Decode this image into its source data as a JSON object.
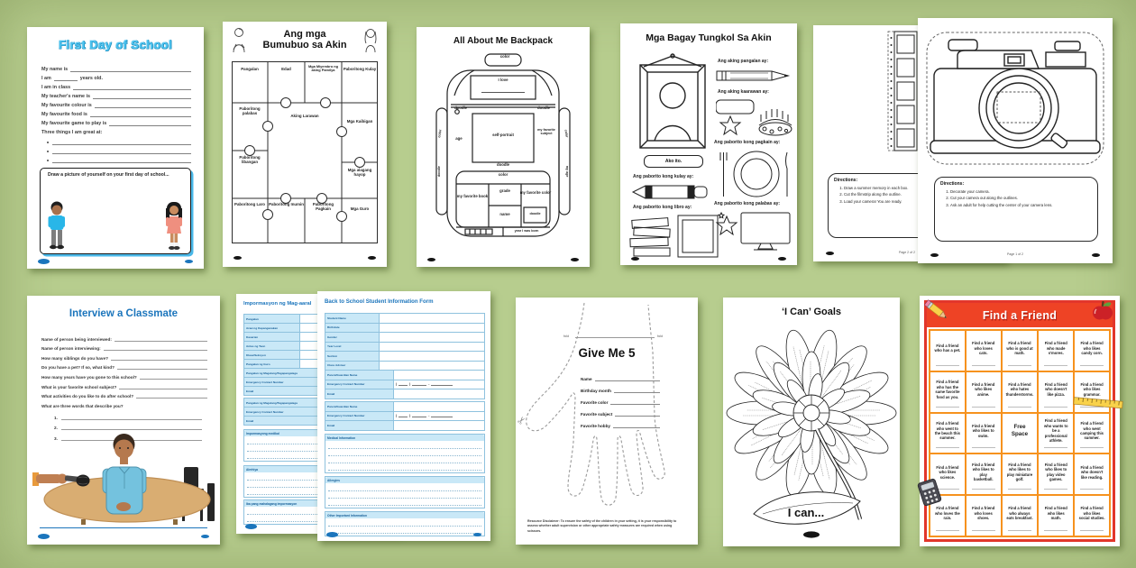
{
  "colors": {
    "background": "#b7cd8e",
    "twinkl_blue": "#1b75bc",
    "bubble_cyan": "#49b8e8",
    "form_field_blue": "#c9e8f7",
    "find_friend_frame": "#e2362b",
    "find_friend_header": "#ee4325",
    "find_friend_grid": "#f6921e",
    "table_tan": "#d9ad72",
    "shirt_blue": "#74c2de"
  },
  "first_day": {
    "title": "First Day of School",
    "row1": "My name is",
    "row2a": "I am",
    "row2b": "years old.",
    "row3": "I am in class",
    "row4": "My teacher's name is",
    "row5": "My favourite colour is",
    "row6": "My favourite food is",
    "row7": "My favourite game to play is",
    "row8": "Three things I am great at:",
    "draw_prompt": "Draw a picture of yourself on your first day of school..."
  },
  "puzzle": {
    "title_line1": "Ang mga",
    "title_line2": "Bumubuo sa Akin",
    "cells": {
      "c1": "Pangalan",
      "c2": "Edad",
      "c3": "Mga Miyembro ng aking Pamilya",
      "c4": "Paboritong Kulay",
      "c5": "Paboritong palabas",
      "c6": "Aking Larawan",
      "c7": "Mga Kaibigan",
      "c8": "Paboritong libangan",
      "c9": "Mga alagang hayop",
      "c10": "Paboritong Laro",
      "c11": "Paboritong Inumin",
      "c12": "Paboritong Pagkain",
      "c13": "Mga Guro"
    }
  },
  "backpack": {
    "title": "All About Me Backpack",
    "labels": {
      "handle": "color",
      "i_love": "I love",
      "strap_left": "color",
      "strap_right": "color",
      "doodle_left": "doodle",
      "doodle_right": "doodle",
      "age": "age",
      "self_portrait": "self-portrait",
      "fav_subject": "my favorite subject",
      "doodle_center": "doodle",
      "pocket_color": "color",
      "fav_book": "my favorite book",
      "grade": "grade",
      "name": "name",
      "fav_color": "my favorite color",
      "doodle_box": "doodle",
      "year_born": "year I was born",
      "side_left": "doodle",
      "side_right": "my age"
    }
  },
  "mga_bagay": {
    "title": "Mga Bagay Tungkol Sa Akin",
    "frame_caption": "Ako ito.",
    "q_name": "Ang aking pangalan ay:",
    "q_birthday": "Ang aking kaarawan ay:",
    "q_food": "Ang paborito kong pagkain ay:",
    "q_color": "Ang paborito kong kulay ay:",
    "q_book": "Ang paborito kong libro ay:",
    "q_show": "Ang paborito kong palabas ay:"
  },
  "camera_craft": {
    "back_page": {
      "directions_title": "Directions:",
      "steps": [
        "Draw a summer memory in each box.",
        "Cut the filmstrip along the outline.",
        "Load your camera! You are ready."
      ],
      "page_label": "Page 2 of 2"
    },
    "front_page": {
      "directions_title": "Directions:",
      "steps": [
        "Decorate your camera.",
        "Cut your camera out along the outlines.",
        "Ask an adult for help cutting the center of your camera lens."
      ],
      "page_label": "Page 1 of 2"
    }
  },
  "interview": {
    "title": "Interview a Classmate",
    "questions": [
      "Name of person being interviewed:",
      "Name of person interviewing:",
      "How many siblings do you have?",
      "Do you have a pet? If so, what kind?",
      "How many years have you gone to this school?",
      "What is your favorite school subject?",
      "What activities do you like to do after school?",
      "What are three words that describe you?"
    ],
    "numbers": [
      "1.",
      "2.",
      "3."
    ]
  },
  "student_forms": {
    "filipino": {
      "title": "Impormasyon ng Mag-aaral",
      "rows": [
        "Pangalan",
        "Araw ng Kapanganakan",
        "Kasarian",
        "Antas ng Taon",
        "Klase/Seksyon",
        "Pangalan ng Guro"
      ],
      "guardian_label": "Pangalan ng Magulang/Tagapangalaga",
      "contact_label": "Emergency Contact Number",
      "email_label": "Email",
      "phone_parts": [
        "(",
        ")",
        "-"
      ],
      "sections": [
        "Impormasyong medikal",
        "Alerhiya",
        "Iba pang mahalagang impormasyon"
      ]
    },
    "english": {
      "title": "Back to School Student Information Form",
      "rows": [
        "Student Name",
        "Birthdate",
        "Gender",
        "Year Level",
        "Section",
        "Class Adviser"
      ],
      "guardian_label": "Parent/Guardian Name",
      "contact_label": "Emergency Contact Number",
      "email_label": "Email",
      "phone_parts": [
        "(",
        ")",
        "-"
      ],
      "sections": [
        "Medical Information",
        "Allergies",
        "Other Important Information"
      ]
    }
  },
  "give_me_5": {
    "title": "Give Me 5",
    "fold_label": "fold",
    "fields": [
      "Name",
      "Birthday month",
      "Favorite color",
      "Favorite subject",
      "Favorite hobby"
    ],
    "disclaimer": "Resource Disclaimer: To ensure the safety of the children in your setting, it is your responsibility to assess whether adult supervision or other appropriate safety measures are required when using scissors."
  },
  "i_can_goals": {
    "title": "‘I Can’ Goals",
    "leaf_text": "I can..."
  },
  "find_a_friend": {
    "title": "Find a Friend",
    "cells": [
      "Find a friend who has a pet.",
      "Find a friend who loves cats.",
      "Find a friend who is good at math.",
      "Find a friend who made s'mores.",
      "Find a friend who likes candy corn.",
      "Find a friend who has the same favorite food as you.",
      "Find a friend who likes anime.",
      "Find a friend who hates thunderstorms.",
      "Find a friend who doesn't like pizza.",
      "Find a friend who likes grammar.",
      "Find a friend who went to the beach this summer.",
      "Find a friend who likes to swim.",
      "Free Space",
      "Find a friend who wants to be a professional athlete.",
      "Find a friend who went camping this summer.",
      "Find a friend who likes science.",
      "Find a friend who likes to play basketball.",
      "Find a friend who likes to play miniature golf.",
      "Find a friend who likes to play video games.",
      "Find a friend who doesn't like reading.",
      "Find a friend who loves the rain.",
      "Find a friend who loves shoes.",
      "Find a friend who always eats breakfast.",
      "Find a friend who likes math.",
      "Find a friend who likes social studies."
    ]
  }
}
